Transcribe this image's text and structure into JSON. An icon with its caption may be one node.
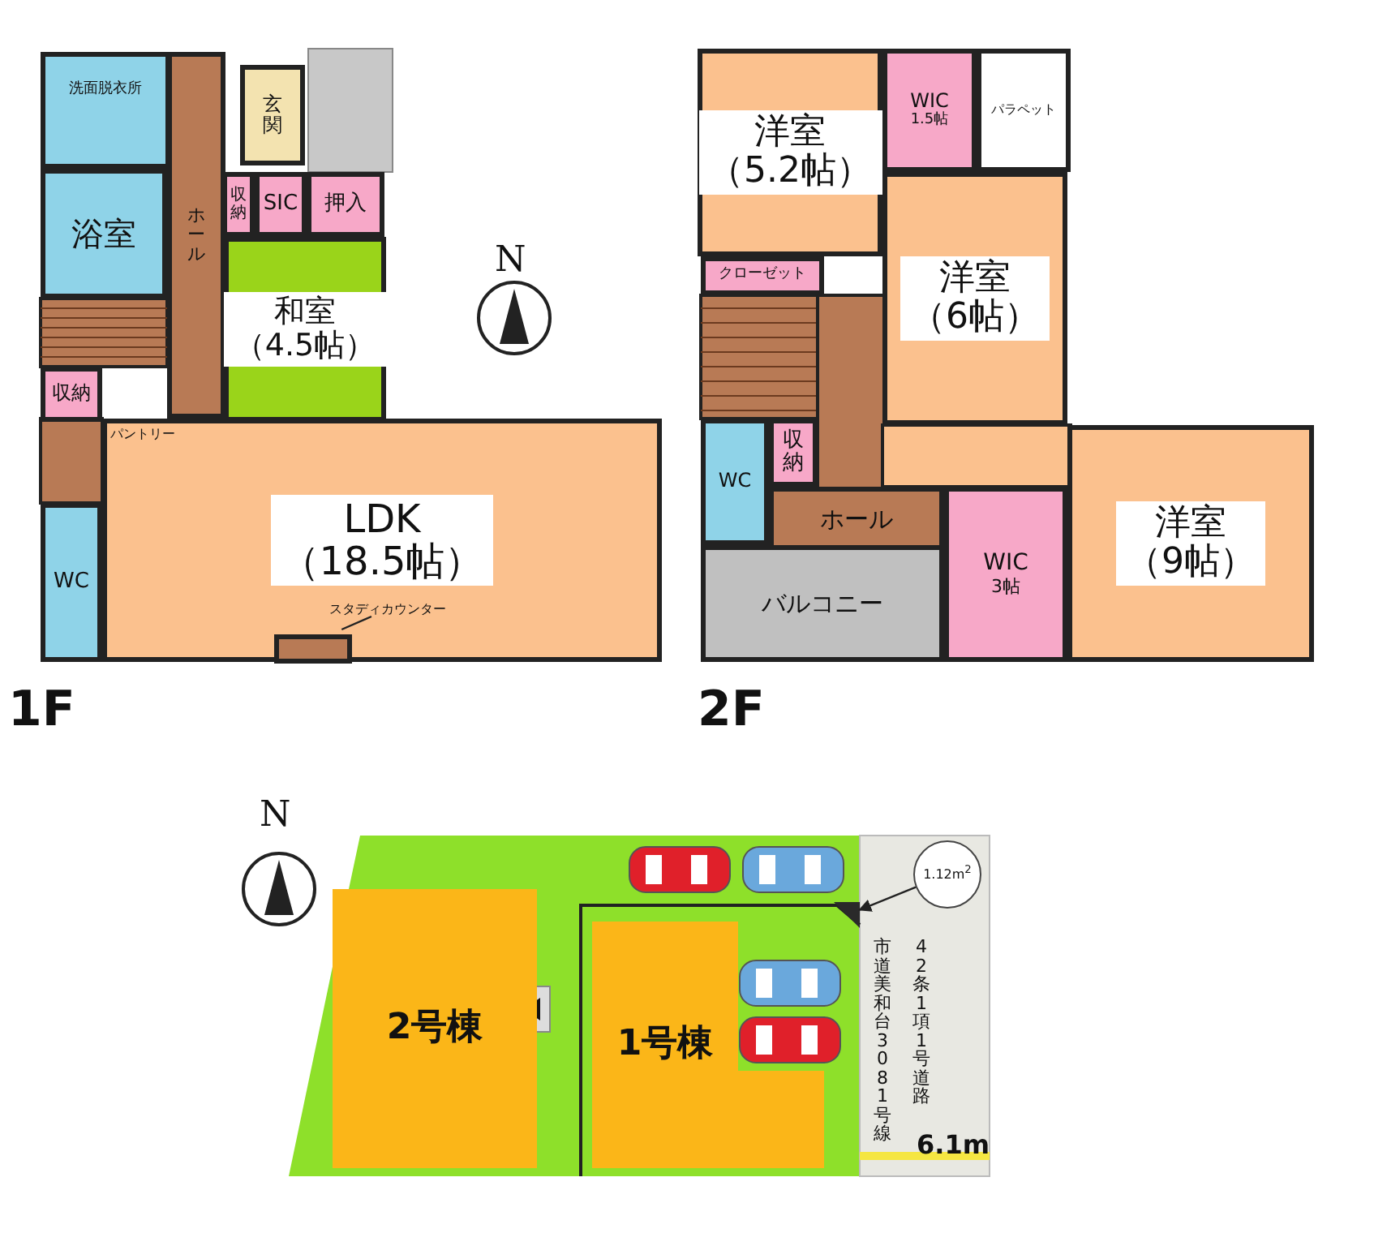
{
  "diagram": {
    "nodes": [
      {
        "text": [
          "洗面脱衣所"
        ]
      },
      {
        "text": [
          "玄関"
        ]
      },
      {
        "text": [
          "収納"
        ]
      },
      {
        "text": [
          "SIC"
        ]
      },
      {
        "text": [
          "押入"
        ]
      },
      {
        "text": [
          "浴室"
        ]
      },
      {
        "text": [
          "ホール"
        ]
      },
      {
        "text": [
          "和室",
          "（4.5帖）"
        ]
      },
      {
        "text": [
          "収納"
        ]
      },
      {
        "text": [
          "WC"
        ]
      },
      {
        "text": [
          "LDK",
          "（18.5帖）"
        ]
      },
      {
        "text": [
          "スタディカウンター"
        ],
        "in": 10
      },
      {
        "text": [],
        "shape": "box",
        "in": 10
      },
      {
        "text": [
          "洋室",
          "（5.2帖）"
        ]
      },
      {
        "text": [
          "WIC",
          "1.5帖"
        ]
      },
      {
        "text": [
          "パラペット"
        ]
      },
      {
        "text": [
          "クローゼット"
        ]
      },
      {
        "text": [
          "洋室",
          "（6帖）"
        ]
      },
      {
        "text": [
          "収納"
        ]
      },
      {
        "text": [
          "WC"
        ]
      },
      {
        "text": [
          "ホール"
        ]
      },
      {
        "text": [
          "WIC",
          "3帖"
        ]
      },
      {
        "text": [
          "洋室",
          "（9帖）"
        ]
      },
      {
        "text": [
          "バルコニー"
        ]
      },
      {
        "text": [
          "2号棟"
        ]
      },
      {
        "text": [
          "1号棟"
        ]
      },
      {
        "text": [
          "1.12m$^{2}$"
        ]
      },
      {
        "text": [],
        "shape": "triangle"
      }
    ],
    "edges": [
      {
        "from": 11,
        "to": 12,
        "arrow": "none"
      },
      {
        "from": 26,
        "to": 27,
        "arrow": "to"
      }
    ],
    "labels": [
      "1F",
      "2F",
      "N",
      "N",
      "パントリー",
      "市道美和台3081号線",
      "42条1項1号道路",
      "6.1m"
    ]
  }
}
